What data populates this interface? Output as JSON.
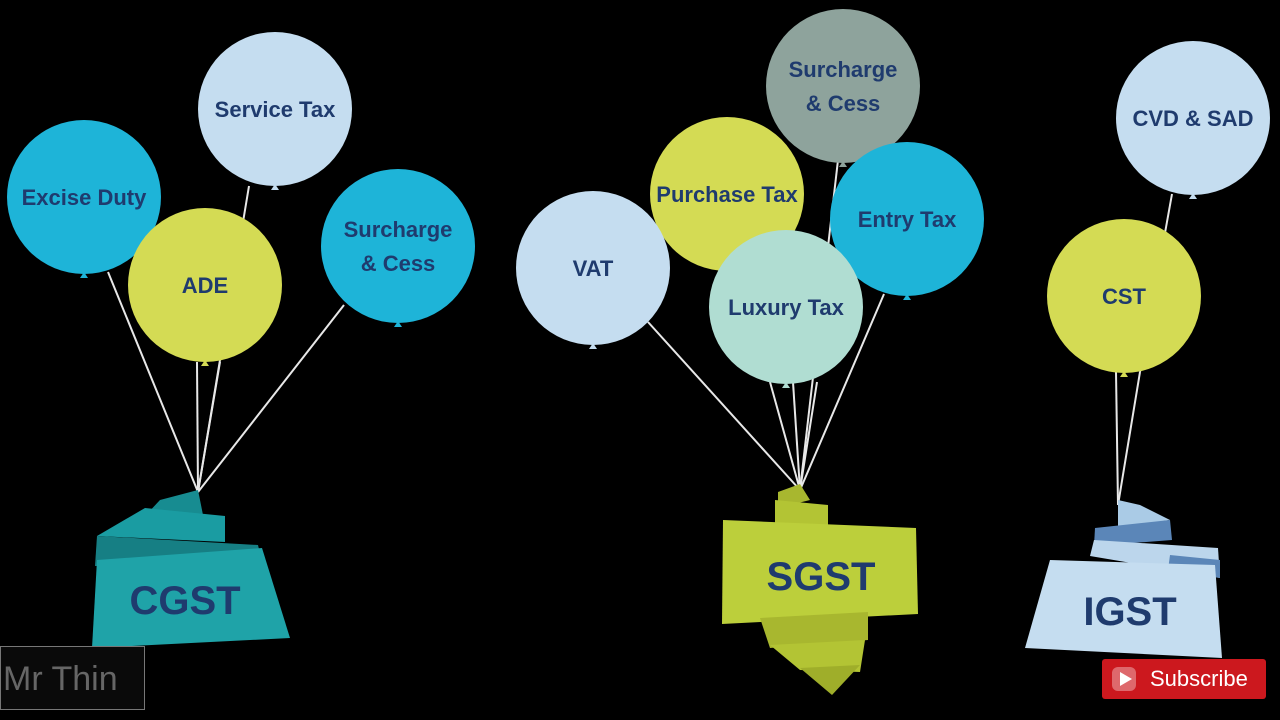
{
  "groups": [
    {
      "id": "cgst",
      "banner": "CGST",
      "balloons": [
        {
          "id": "excise-duty",
          "lines": [
            "Excise Duty"
          ],
          "color": "#1eb4d8"
        },
        {
          "id": "service-tax",
          "lines": [
            "Service Tax"
          ],
          "color": "#c5ddf0"
        },
        {
          "id": "ade",
          "lines": [
            "ADE"
          ],
          "color": "#d4db54"
        },
        {
          "id": "surcharge-cess",
          "lines": [
            "Surcharge",
            "& Cess"
          ],
          "color": "#1eb4d8"
        }
      ],
      "banner_color": "#1fa3a8"
    },
    {
      "id": "sgst",
      "banner": "SGST",
      "balloons": [
        {
          "id": "surcharge-cess",
          "lines": [
            "Surcharge",
            "& Cess"
          ],
          "color": "#8ea39c"
        },
        {
          "id": "purchase-tax",
          "lines": [
            "Purchase Tax"
          ],
          "color": "#d4db54"
        },
        {
          "id": "vat",
          "lines": [
            "VAT"
          ],
          "color": "#c5ddf0"
        },
        {
          "id": "entry-tax",
          "lines": [
            "Entry Tax"
          ],
          "color": "#1eb4d8"
        },
        {
          "id": "luxury-tax",
          "lines": [
            "Luxury Tax"
          ],
          "color": "#b0ddd2"
        }
      ],
      "banner_color": "#bccf3b"
    },
    {
      "id": "igst",
      "banner": "IGST",
      "balloons": [
        {
          "id": "cvd-sad",
          "lines": [
            "CVD & SAD"
          ],
          "color": "#c5ddf0"
        },
        {
          "id": "cst",
          "lines": [
            "CST"
          ],
          "color": "#d4db54"
        }
      ],
      "banner_color": "#c5ddf0"
    }
  ],
  "watermark": "Mr Thin",
  "subscribe_label": "Subscribe",
  "subscribe_icon": "youtube-play-icon"
}
